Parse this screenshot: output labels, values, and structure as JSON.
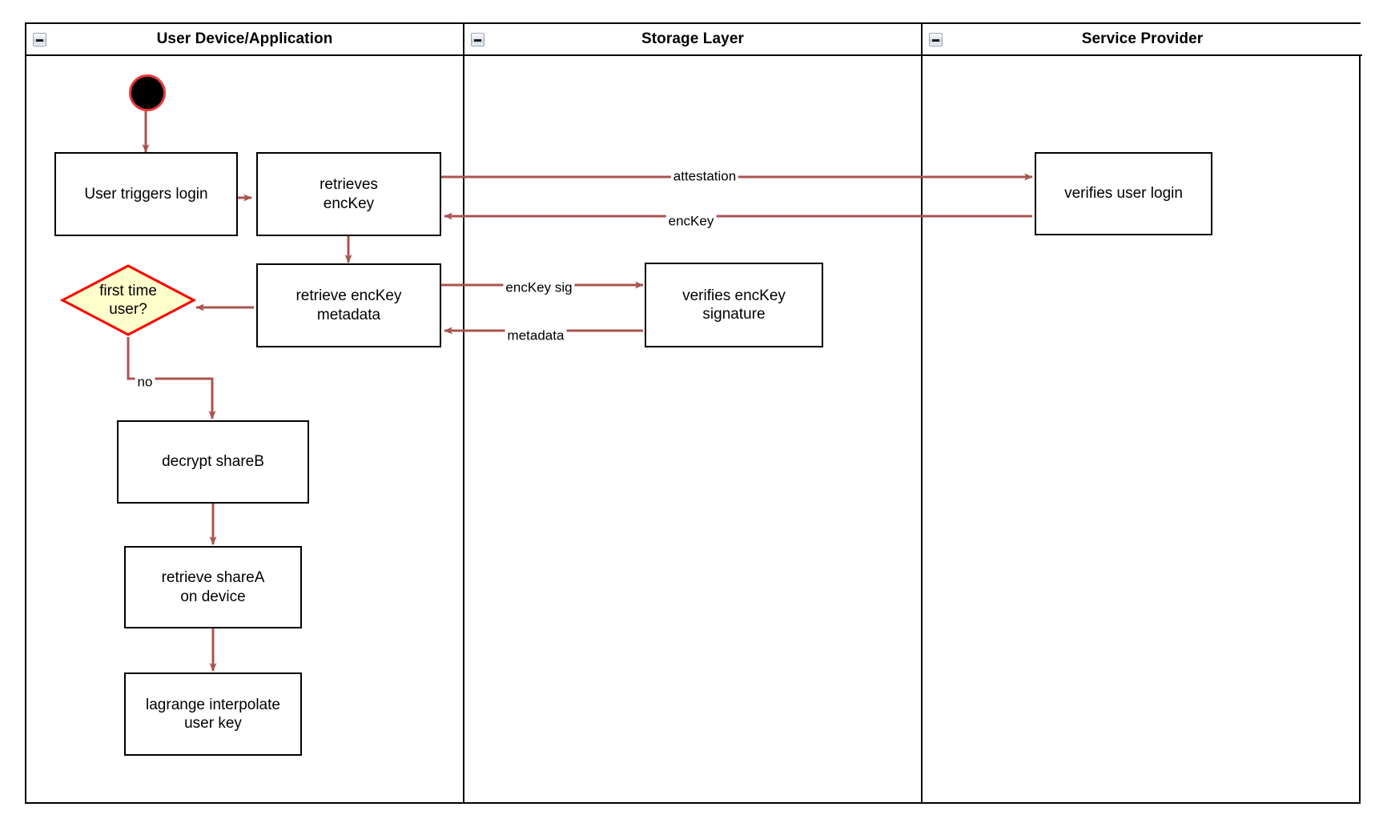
{
  "diagram": {
    "type": "swimlane-activity-diagram",
    "lanes": [
      {
        "id": "user-device",
        "title": "User Device/Application",
        "collapse_icon": "collapse-minus-icon"
      },
      {
        "id": "storage-layer",
        "title": "Storage Layer",
        "collapse_icon": "collapse-minus-icon"
      },
      {
        "id": "service-provider",
        "title": "Service Provider",
        "collapse_icon": "collapse-minus-icon"
      }
    ],
    "nodes": [
      {
        "id": "start",
        "kind": "start",
        "lane": "user-device",
        "label": ""
      },
      {
        "id": "user-triggers-login",
        "kind": "activity",
        "lane": "user-device",
        "label": "User triggers login"
      },
      {
        "id": "retrieves-enckey",
        "kind": "activity",
        "lane": "user-device",
        "label": "retrieves\nencKey"
      },
      {
        "id": "retrieve-enckey-metadata",
        "kind": "activity",
        "lane": "user-device",
        "label": "retrieve encKey\nmetadata"
      },
      {
        "id": "first-time-user",
        "kind": "decision",
        "lane": "user-device",
        "label": "first time\nuser?"
      },
      {
        "id": "decrypt-shareb",
        "kind": "activity",
        "lane": "user-device",
        "label": "decrypt shareB"
      },
      {
        "id": "retrieve-sharea-on-device",
        "kind": "activity",
        "lane": "user-device",
        "label": "retrieve shareA\non device"
      },
      {
        "id": "lagrange-interpolate-user-key",
        "kind": "activity",
        "lane": "user-device",
        "label": "lagrange interpolate\nuser key"
      },
      {
        "id": "verifies-enckey-signature",
        "kind": "activity",
        "lane": "storage-layer",
        "label": "verifies encKey\nsignature"
      },
      {
        "id": "verifies-user-login",
        "kind": "activity",
        "lane": "service-provider",
        "label": "verifies user login"
      }
    ],
    "edges": [
      {
        "id": "start-to-login",
        "from": "start",
        "to": "user-triggers-login",
        "label": ""
      },
      {
        "id": "login-to-retrieves",
        "from": "user-triggers-login",
        "to": "retrieves-enckey",
        "label": ""
      },
      {
        "id": "retrieves-to-verifies-login",
        "from": "retrieves-enckey",
        "to": "verifies-user-login",
        "label": "attestation"
      },
      {
        "id": "verifies-login-to-retrieves",
        "from": "verifies-user-login",
        "to": "retrieves-enckey",
        "label": "encKey"
      },
      {
        "id": "retrieves-to-metadata",
        "from": "retrieves-enckey",
        "to": "retrieve-enckey-metadata",
        "label": ""
      },
      {
        "id": "metadata-to-verifies-sig",
        "from": "retrieve-enckey-metadata",
        "to": "verifies-enckey-signature",
        "label": "encKey sig"
      },
      {
        "id": "verifies-sig-to-metadata",
        "from": "verifies-enckey-signature",
        "to": "retrieve-enckey-metadata",
        "label": "metadata"
      },
      {
        "id": "metadata-to-decision",
        "from": "retrieve-enckey-metadata",
        "to": "first-time-user",
        "label": ""
      },
      {
        "id": "decision-to-decrypt",
        "from": "first-time-user",
        "to": "decrypt-shareb",
        "label": "no"
      },
      {
        "id": "decrypt-to-sharea",
        "from": "decrypt-shareb",
        "to": "retrieve-sharea-on-device",
        "label": ""
      },
      {
        "id": "sharea-to-lagrange",
        "from": "retrieve-sharea-on-device",
        "to": "lagrange-interpolate-user-key",
        "label": ""
      }
    ],
    "colors": {
      "edge": "#a85450",
      "node_border": "#000000",
      "node_fill": "#ffffff",
      "decision_fill": "#ffffcc",
      "decision_border": "#ff0000",
      "start_fill": "#000000",
      "start_ring": "#e8383d",
      "lane_border": "#000000",
      "background": "#ffffff"
    }
  }
}
